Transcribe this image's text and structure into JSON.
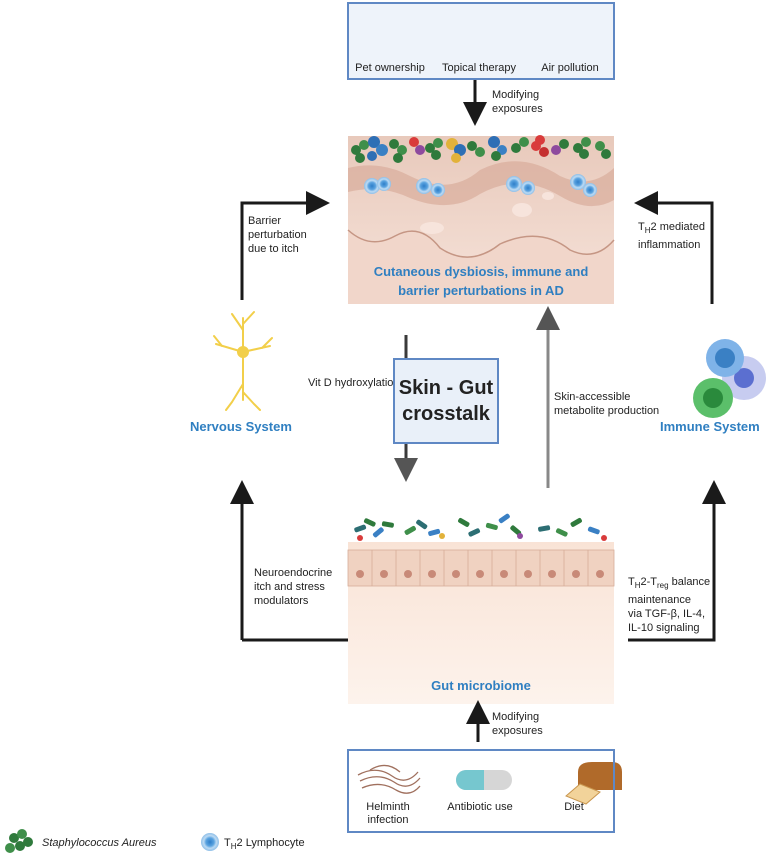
{
  "top_exposures": {
    "items": [
      {
        "label": "Pet ownership",
        "icon": "dog-icon"
      },
      {
        "label": "Topical therapy",
        "icon": "pill-bottle-icon"
      },
      {
        "label": "Air pollution",
        "icon": "factory-icon"
      }
    ],
    "arrow_label_line1": "Modifying",
    "arrow_label_line2": "exposures"
  },
  "skin": {
    "title_line1": "Cutaneous dysbiosis, immune and",
    "title_line2": "barrier perturbations in AD"
  },
  "center": {
    "line1": "Skin - Gut",
    "line2": "crosstalk"
  },
  "left_top_label": [
    "Barrier",
    "perturbation",
    "due to itch"
  ],
  "right_top_label": {
    "prefix": "T",
    "sub": "H",
    "suffix": "2 mediated",
    "line2": "inflammation"
  },
  "nervous_system": "Nervous System",
  "immune_system": "Immune System",
  "vit_d": "Vit D hydroxylation",
  "metabolite": [
    "Skin-accessible",
    "metabolite production"
  ],
  "neuro_label": [
    "Neuroendocrine",
    "itch and stress",
    "modulators"
  ],
  "th2_treg": {
    "t1": "T",
    "s1": "H",
    "mid": "2-T",
    "s2": "reg",
    "end": " balance",
    "line2": "maintenance",
    "line3": "via TGF-β, IL-4,",
    "line4": "IL-10 signaling"
  },
  "gut": {
    "title": "Gut microbiome"
  },
  "bottom_exposures": {
    "arrow_label_line1": "Modifying",
    "arrow_label_line2": "exposures",
    "items": [
      {
        "label_line1": "Helminth",
        "label_line2": "infection",
        "icon": "worm-icon"
      },
      {
        "label_line1": "Antibiotic use",
        "label_line2": "",
        "icon": "capsule-icon"
      },
      {
        "label_line1": "Diet",
        "label_line2": "",
        "icon": "bread-icon"
      }
    ]
  },
  "legend": {
    "staph": "Staphylococcus Aureus",
    "lymph_prefix": "T",
    "lymph_sub": "H",
    "lymph_suffix": "2 Lymphocyte"
  },
  "colors": {
    "accent_blue": "#2f7fc1",
    "box_border": "#5f88c4",
    "arrow": "#1a1a1a",
    "skin_bg": "#f3e1d8",
    "gut_bg": "#fbefe6",
    "neuron": "#f2cf4a",
    "bacteria_green": "#2f7a3c"
  }
}
